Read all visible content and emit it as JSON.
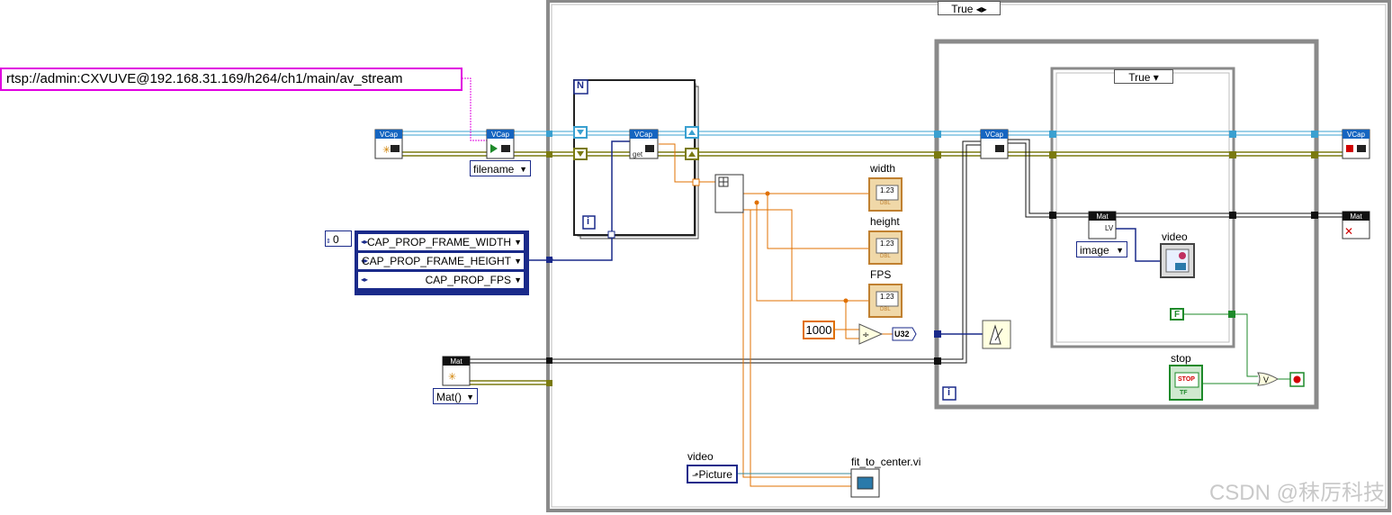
{
  "rtsp_url": "rtsp://admin:CXVUVE@192.168.31.169/h264/ch1/main/av_stream",
  "case_outer": "True",
  "case_inner": "True",
  "filename_selector": "filename",
  "mat_selector": "Mat()",
  "image_selector": "image",
  "index_const": "0",
  "props": [
    "CAP_PROP_FRAME_WIDTH",
    "CAP_PROP_FRAME_HEIGHT",
    "CAP_PROP_FPS"
  ],
  "indicators": {
    "width": "width",
    "height": "height",
    "fps": "FPS",
    "value_label": "1.23",
    "type_label": "DBL"
  },
  "const_1000": "1000",
  "u32_label": "U32",
  "video_label_left": "video",
  "picture_label": "Picture",
  "fit_vi": "fit_to_center.vi",
  "video_label_right": "video",
  "stop_label": "stop",
  "stop_button": "STOP",
  "tf_label": "TF",
  "false_const": "F",
  "n_label": "N",
  "i_label": "i",
  "vcap": "VCap",
  "mat": "Mat",
  "lv": "LV",
  "get": "get",
  "watermark": "CSDN @秣厉科技",
  "colors": {
    "wire_blue": "#1a2a8a",
    "wire_orange": "#e07000",
    "wire_cyan": "#3aa0d0",
    "wire_olive": "#7a7a10",
    "wire_pink": "#e000e0",
    "wire_green": "#1e8a2a"
  }
}
